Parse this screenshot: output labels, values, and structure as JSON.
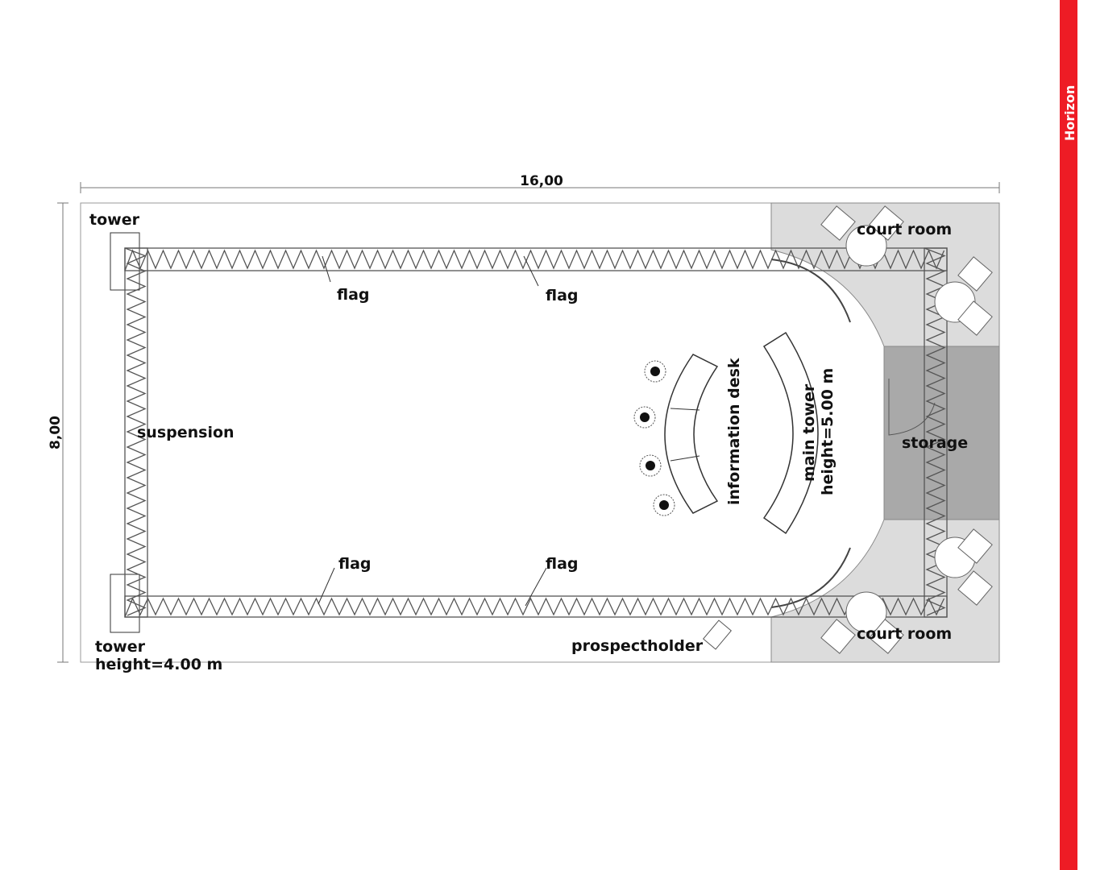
{
  "brand": {
    "name": "Horizon",
    "color": "#ee1c25"
  },
  "dimensions": {
    "width": "16,00",
    "height": "8,00"
  },
  "labels": {
    "tower_top": "tower",
    "tower_bottom": "tower",
    "tower_height": "height=4.00 m",
    "flag": "flag",
    "suspension": "suspension",
    "information_desk": "information desk",
    "main_tower": "main tower",
    "main_tower_height": "height=5.00 m",
    "storage": "storage",
    "court_room": "court room",
    "prospectholder": "prospectholder"
  }
}
